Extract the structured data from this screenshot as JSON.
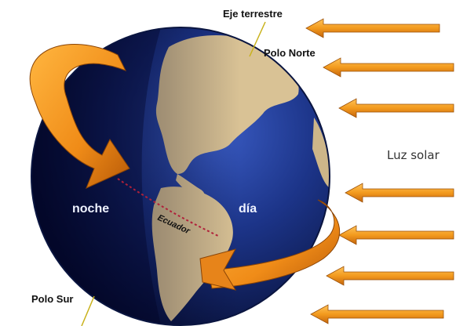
{
  "labels": {
    "axis": "Eje terrestre",
    "north_pole": "Polo Norte",
    "south_pole": "Polo Sur",
    "sunlight": "Luz solar",
    "night": "noche",
    "day": "día",
    "equator": "Ecuador"
  },
  "colors": {
    "ocean_dark": "#0b1744",
    "ocean_mid": "#2846a8",
    "land": "#d9c295",
    "arrow_orange": "#f39a1e",
    "arrow_dark": "#b0580a",
    "axis_line": "#c9b21c"
  },
  "icons": {
    "sun_ray": "arrow-left-icon",
    "rotation": "curved-arrow-icon"
  }
}
